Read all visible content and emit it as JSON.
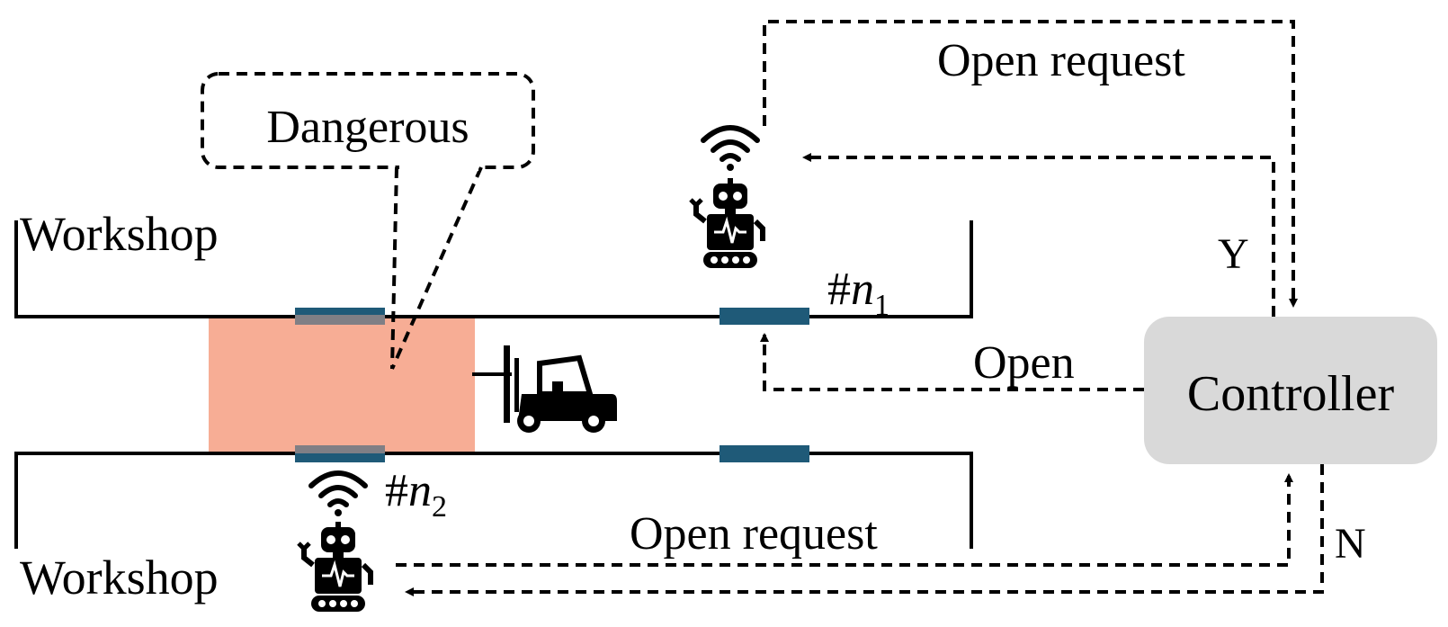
{
  "labels": {
    "workshop_top": "Workshop",
    "workshop_bottom": "Workshop",
    "dangerous": "Dangerous",
    "open_request_top": "Open request",
    "open_request_bottom": "Open request",
    "open": "Open",
    "controller": "Controller",
    "yes": "Y",
    "no": "N",
    "n1_hash": "#",
    "n1_var": "n",
    "n1_sub": "1",
    "n2_hash": "#",
    "n2_var": "n",
    "n2_sub": "2"
  },
  "colors": {
    "danger_zone": "#f7ad95",
    "door": "#1f5a78",
    "controller_fill": "#d9d9d9",
    "line": "#000000"
  },
  "icons": [
    "robot-icon",
    "wifi-icon",
    "forklift-icon"
  ]
}
